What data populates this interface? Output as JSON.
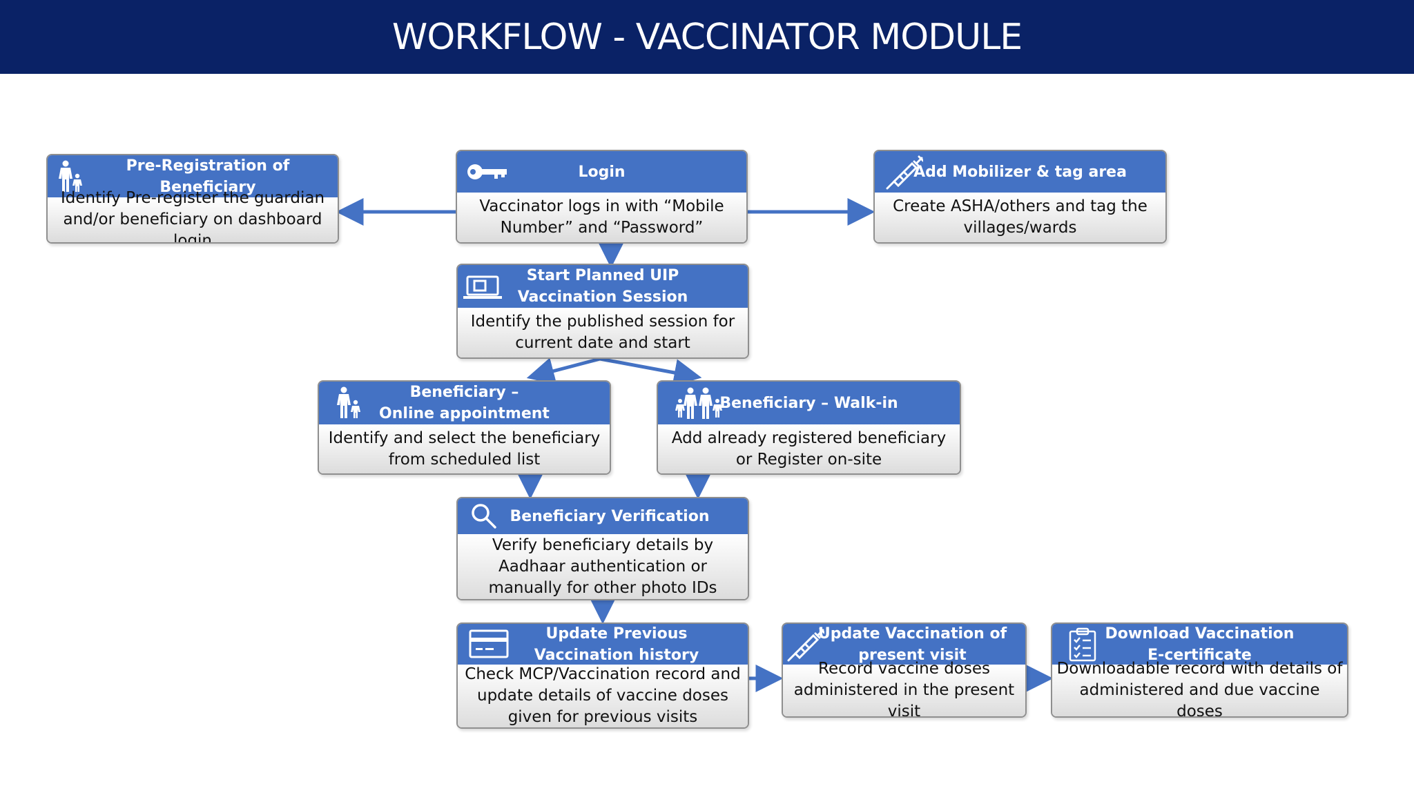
{
  "title": "WORKFLOW - VACCINATOR MODULE",
  "colors": {
    "title_bar": "#0a2266",
    "box_header": "#4472c4",
    "connector": "#4472c4",
    "box_border": "#8f8f8f"
  },
  "steps": {
    "preregistration": {
      "icon": "parent-child-icon",
      "title": "Pre-Registration of Beneficiary",
      "body": "Identify Pre-register the guardian and/or beneficiary on dashboard login"
    },
    "login": {
      "icon": "key-icon",
      "title": "Login",
      "body": "Vaccinator logs in with “Mobile Number” and “Password”"
    },
    "mobilizer": {
      "icon": "syringe-icon",
      "title": "Add Mobilizer & tag area",
      "body": "Create ASHA/others and tag the villages/wards"
    },
    "session": {
      "icon": "laptop-icon",
      "title_line1": "Start Planned UIP",
      "title_line2": "Vaccination Session",
      "body": "Identify the published session for current date and start"
    },
    "online": {
      "icon": "parent-child-icon",
      "title_line1": "Beneficiary –",
      "title_line2": "Online appointment",
      "body": "Identify and select the beneficiary from scheduled list"
    },
    "walkin": {
      "icon": "family-icon",
      "title": "Beneficiary – Walk-in",
      "body": "Add already registered beneficiary or Register on-site"
    },
    "verification": {
      "icon": "magnifier-icon",
      "title": "Beneficiary Verification",
      "body": "Verify beneficiary details by Aadhaar authentication or manually for other photo IDs"
    },
    "history": {
      "icon": "card-icon",
      "title_line1": "Update Previous",
      "title_line2": "Vaccination history",
      "body": "Check MCP/Vaccination record and update details of vaccine doses given for previous visits"
    },
    "present": {
      "icon": "syringe-icon",
      "title_line1": "Update Vaccination of",
      "title_line2": "present visit",
      "body": "Record vaccine doses administered in the present visit"
    },
    "certificate": {
      "icon": "checklist-icon",
      "title_line1": "Download Vaccination",
      "title_line2": "E-certificate",
      "body": "Downloadable record with details of administered and due vaccine doses"
    }
  }
}
